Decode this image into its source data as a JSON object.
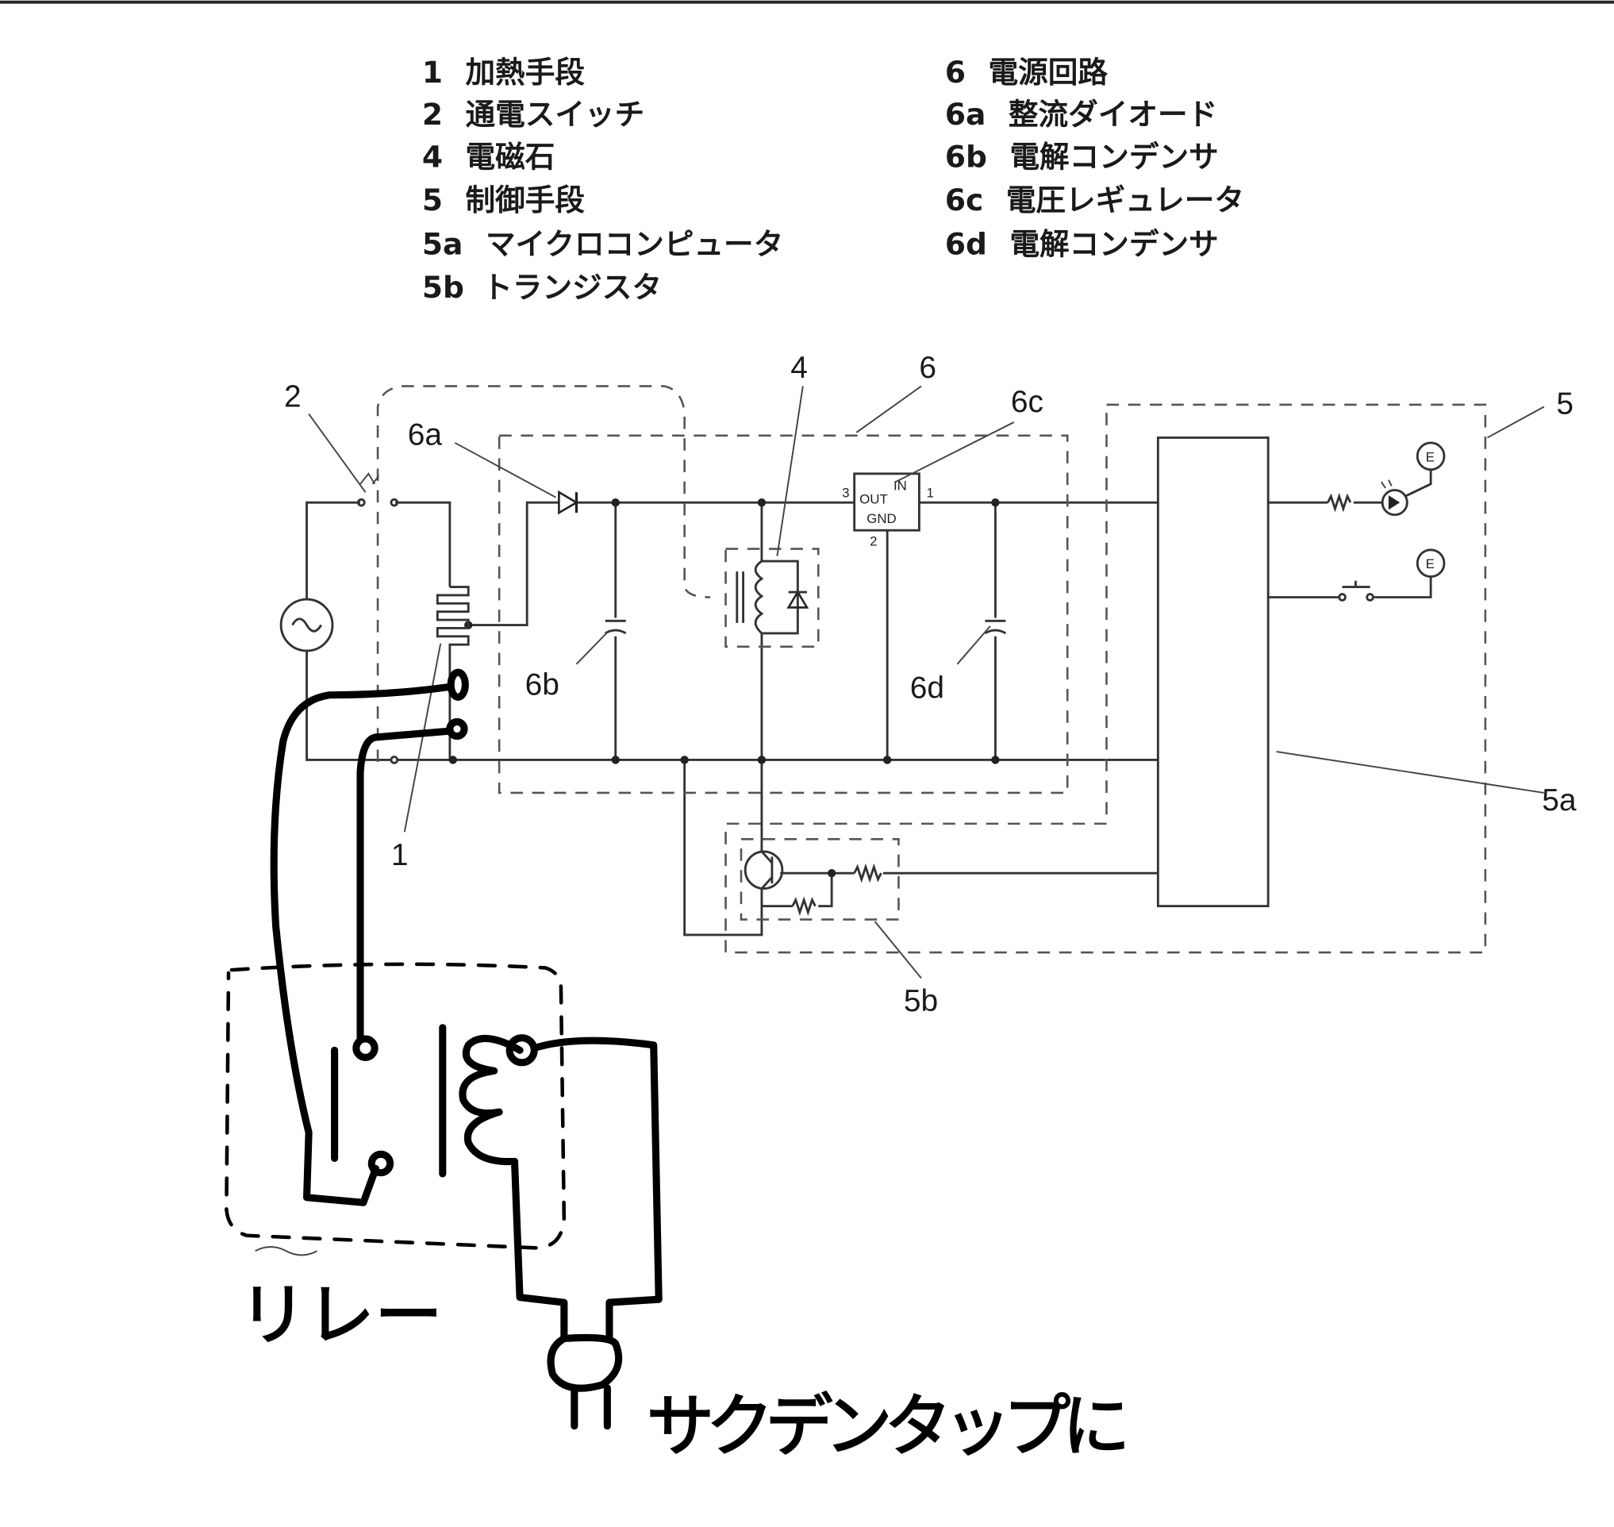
{
  "legend": {
    "left": [
      {
        "num": "1",
        "text": "加熱手段"
      },
      {
        "num": "2",
        "text": "通電スイッチ"
      },
      {
        "num": "4",
        "text": "電磁石"
      },
      {
        "num": "5",
        "text": "制御手段"
      },
      {
        "num": "5a",
        "text": "マイクロコンピュータ"
      },
      {
        "num": "5b",
        "text": "トランジスタ"
      }
    ],
    "right": [
      {
        "num": "6",
        "text": "電源回路"
      },
      {
        "num": "6a",
        "text": "整流ダイオード"
      },
      {
        "num": "6b",
        "text": "電解コンデンサ"
      },
      {
        "num": "6c",
        "text": "電圧レギュレータ"
      },
      {
        "num": "6d",
        "text": "電解コンデンサ"
      }
    ]
  },
  "callouts": {
    "c1": "1",
    "c2": "2",
    "c4": "4",
    "c5": "5",
    "c5a": "5a",
    "c5b": "5b",
    "c6": "6",
    "c6a": "6a",
    "c6b": "6b",
    "c6c": "6c",
    "c6d": "6d"
  },
  "regulator": {
    "out": "OUT",
    "gnd": "GND",
    "in": "IN",
    "pin_in": "1",
    "pin_gnd": "2",
    "pin_out": "3"
  },
  "indicators": {
    "led_terminal": "E",
    "switch_terminal": "E"
  },
  "handwritten": {
    "relay": "リレー",
    "outlet": "サクデンタップに"
  }
}
